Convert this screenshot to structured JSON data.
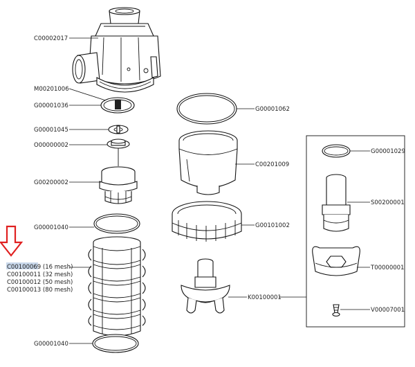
{
  "diagram": {
    "selected_part_code": "C00100069",
    "labels": {
      "housing": "C00002017",
      "magnet": "M00201006",
      "oring_small_top": "G00001036",
      "oring_stem": "G00001045",
      "oring_stem2": "O00000002",
      "valve_assembly": "G00200002",
      "oring_screen_top": "G00001040",
      "screen_16": "C00100069",
      "screen_16_desc": "(16 mesh)",
      "screen_32": "C00100011 (32 mesh)",
      "screen_50": "C00100012 (50 mesh)",
      "screen_80": "C00100013 (80 mesh)",
      "oring_screen_bottom": "G00001040",
      "bowl_oring": "G00001062",
      "bowl": "C00201009",
      "bowl_ring": "G00101002",
      "drain_kit": "K00100001",
      "kit_oring": "G00001029",
      "kit_stem": "S00200001",
      "kit_handle": "T00000001",
      "kit_screw": "V00007001"
    },
    "colors": {
      "arrow": "#e02020",
      "highlight": "#c8d7ea",
      "line": "#111111"
    }
  }
}
